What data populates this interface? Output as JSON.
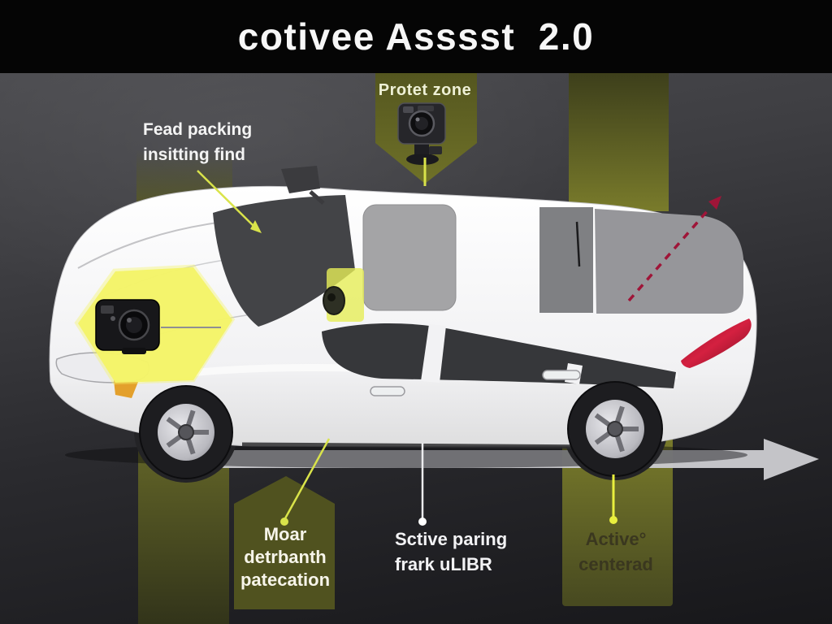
{
  "title": "cotivee Asssst  2.0",
  "callouts": {
    "protect_zone": {
      "label": "Protet zone"
    },
    "front_parking": {
      "line1": "Fead packing",
      "line2": "insitting find"
    },
    "rear_detection": {
      "line1": "Moar",
      "line2": "detrbanth",
      "line3": "patecation"
    },
    "active_parking": {
      "line1": "Sctive paring",
      "line2": "frark uLIBR"
    },
    "lane_centering": {
      "line1": "Active°",
      "line2": "centerad"
    }
  },
  "icons": {
    "hood_sensor": "parking-sensor-camera-icon",
    "banner_camera": "camera-icon",
    "pillar_sensor": "pillar-sensor-icon",
    "direction_arrow": "right-arrow-icon",
    "trajectory_arrow": "dashed-red-arrow-icon"
  },
  "colors": {
    "title_bar": "#050505",
    "background_top": "#505054",
    "background_bottom": "#17171a",
    "olive_band": "#6e7028",
    "highlight_yellow": "#f4f468",
    "leader_line_yellow": "#d9e34a",
    "dashed_arrow_red": "#9f1538",
    "direction_arrow_gray": "#cbcbcf",
    "car_body": "#f4f4f5"
  }
}
